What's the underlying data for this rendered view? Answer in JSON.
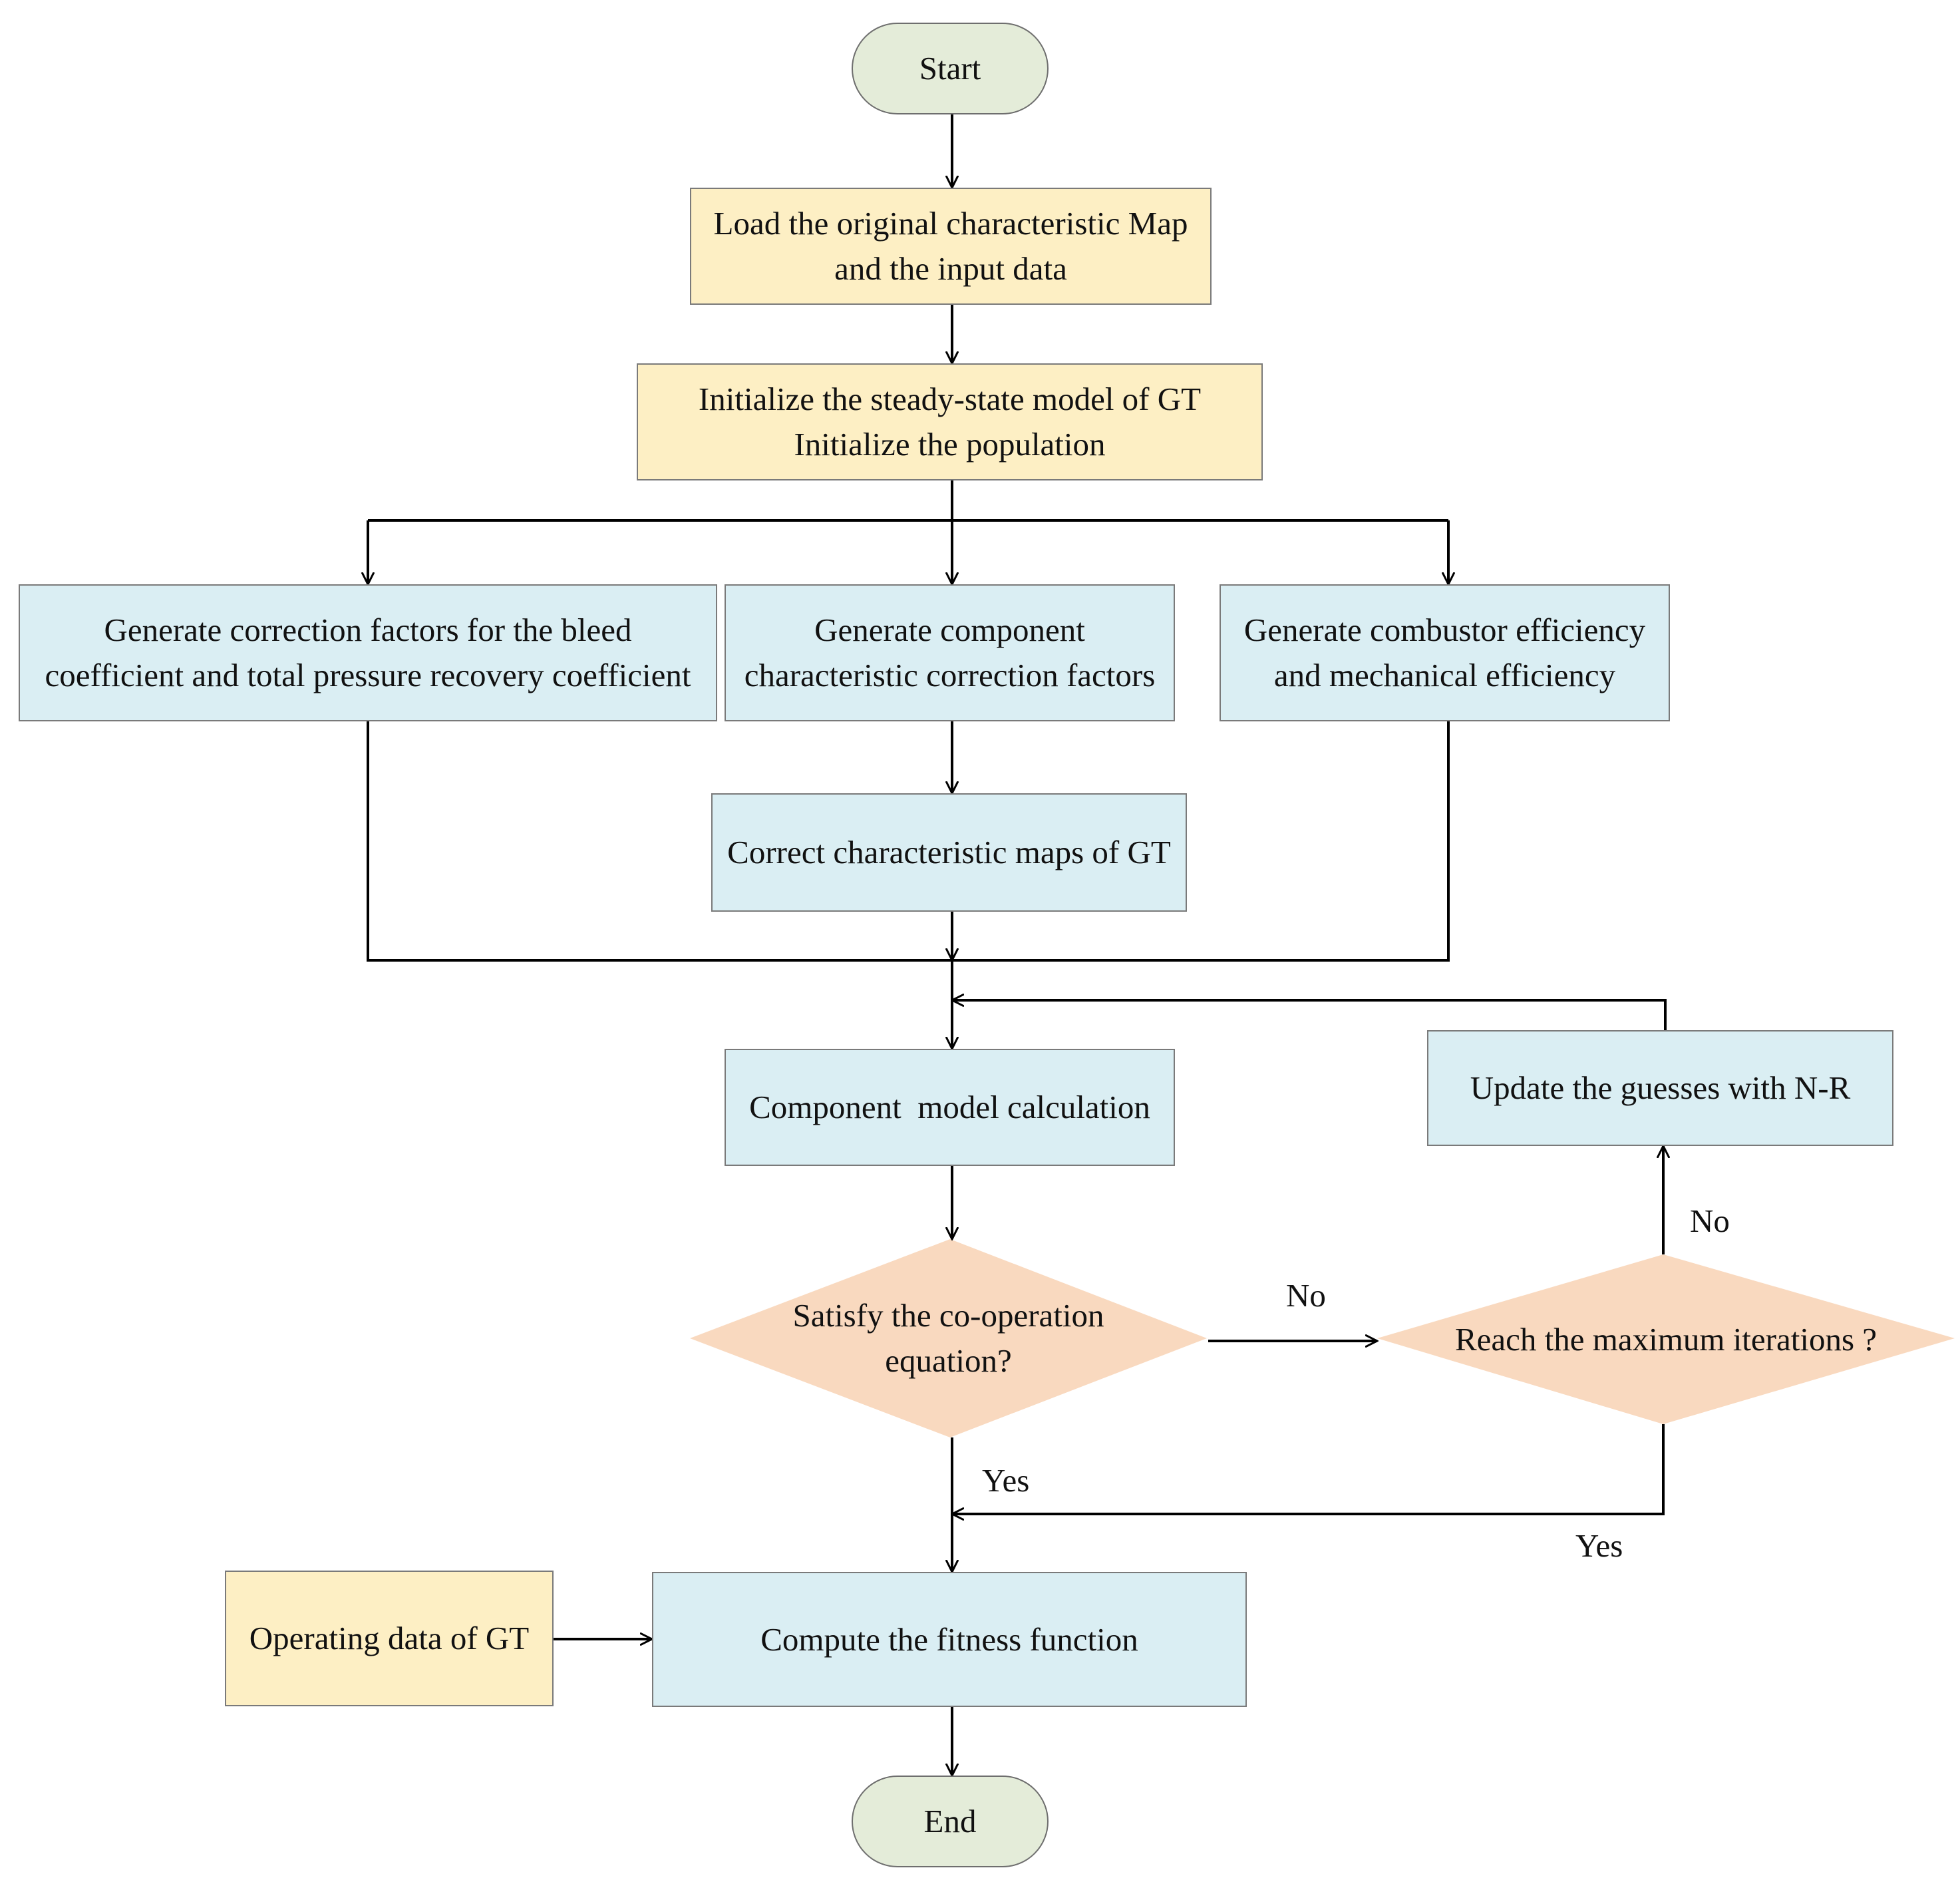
{
  "colors": {
    "terminal_fill": "#e4ecd9",
    "input_fill": "#fdefc4",
    "process_fill": "#daeef3",
    "decision_fill": "#f9d9bf",
    "line": "#000000",
    "text": "#111111"
  },
  "nodes": {
    "start": "Start",
    "load_map": [
      "Load the original characteristic Map",
      "and the input data"
    ],
    "initialize": [
      "Initialize the steady-state model of GT",
      "Initialize the population"
    ],
    "gen_bleed": [
      "Generate correction factors for the bleed",
      "coefficient and total pressure recovery coefficient"
    ],
    "gen_component": [
      "Generate component",
      "characteristic correction factors"
    ],
    "gen_combustor": [
      "Generate combustor efficiency",
      "and mechanical efficiency"
    ],
    "correct_maps": "Correct characteristic maps of GT",
    "component_model": "Component  model calculation",
    "update_guesses": "Update the guesses with N-R",
    "satisfy": [
      "Satisfy the co-operation",
      "equation?"
    ],
    "reach_max": "Reach the maximum iterations ?",
    "operating_data": "Operating data of GT",
    "fitness": "Compute the fitness function",
    "end": "End"
  },
  "edge_labels": {
    "satisfy_no": "No",
    "reach_no": "No",
    "satisfy_yes": "Yes",
    "reach_yes": "Yes"
  }
}
